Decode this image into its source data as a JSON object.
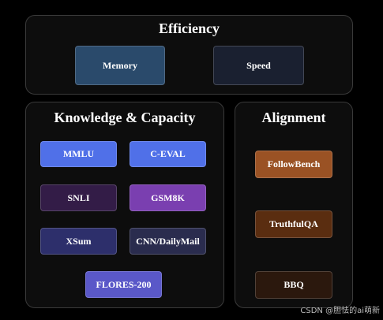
{
  "efficiency": {
    "title": "Efficiency",
    "items": [
      {
        "label": "Memory",
        "color": "#2a4a6b"
      },
      {
        "label": "Speed",
        "color": "#1a2030"
      }
    ]
  },
  "knowledge": {
    "title": "Knowledge & Capacity",
    "items": [
      {
        "label": "MMLU",
        "color": "#5070e8"
      },
      {
        "label": "C-EVAL",
        "color": "#5070e8"
      },
      {
        "label": "SNLI",
        "color": "#331c47"
      },
      {
        "label": "GSM8K",
        "color": "#7a3fb0"
      },
      {
        "label": "XSum",
        "color": "#2d2f6b"
      },
      {
        "label": "CNN/DailyMail",
        "color": "#2a2c4e"
      },
      {
        "label": "FLORES-200",
        "color": "#5a58c8"
      }
    ]
  },
  "alignment": {
    "title": "Alignment",
    "items": [
      {
        "label": "FollowBench",
        "color": "#9a5224"
      },
      {
        "label": "TruthfulQA",
        "color": "#5a2d10"
      },
      {
        "label": "BBQ",
        "color": "#2b180d"
      }
    ]
  },
  "watermark": "CSDN @胆怯的ai萌新"
}
